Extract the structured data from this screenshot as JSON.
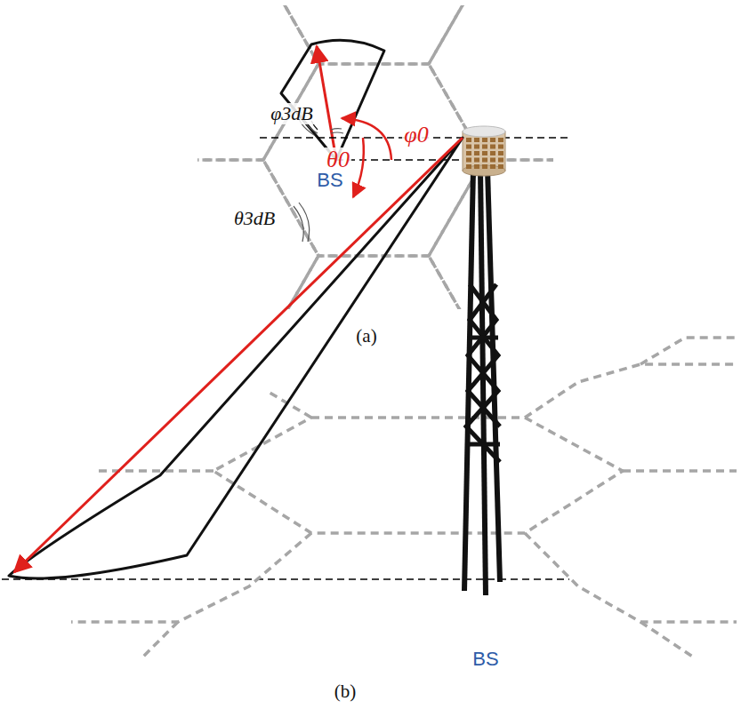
{
  "diagram": {
    "labels": [
      "φ3dB",
      "φ0",
      "BS",
      "(a)",
      "θ0",
      "θ3dB",
      "BS",
      "(b)"
    ]
  }
}
